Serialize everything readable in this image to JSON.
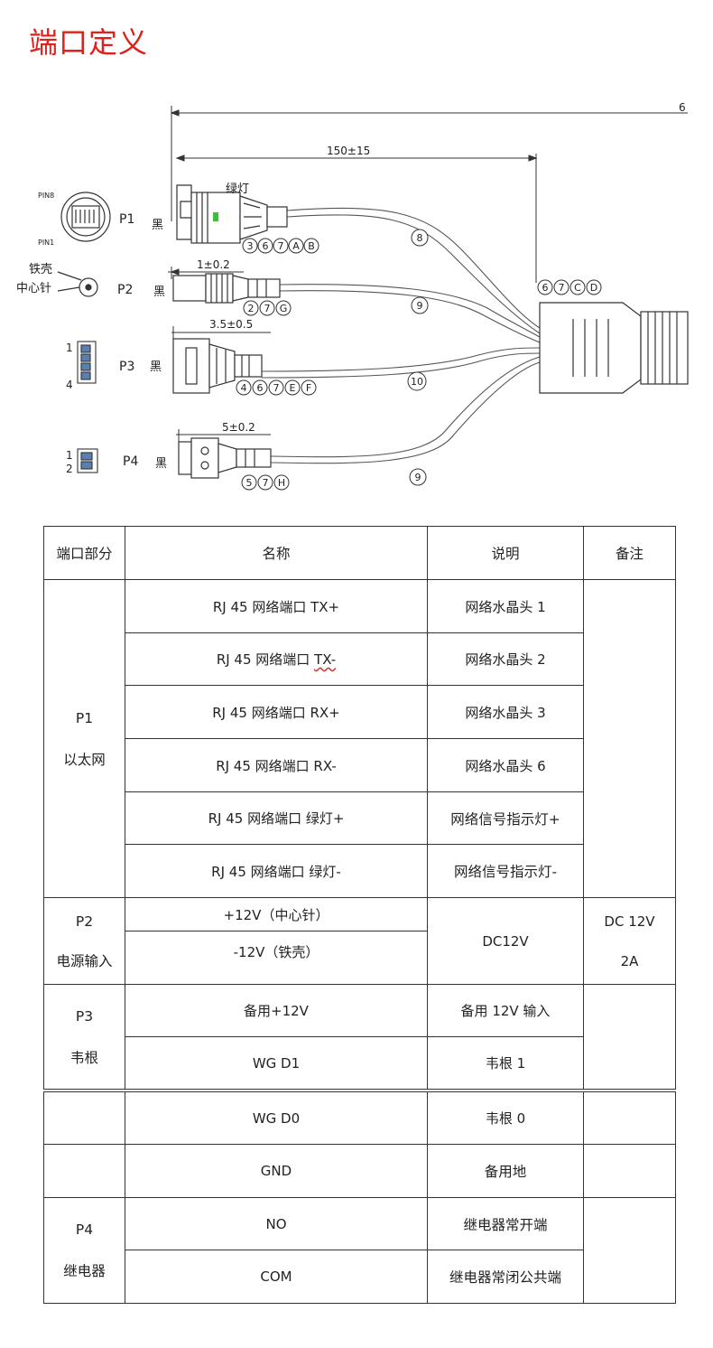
{
  "page_title": "端口定义",
  "diagram": {
    "dim_total": "6",
    "dim_150": "150±15",
    "green_led": "绿灯",
    "pin1": "PIN8",
    "pin2": "PIN1",
    "shell": "铁壳",
    "center_pin": "中心针",
    "black": "黑",
    "p1": "P1",
    "p2": "P2",
    "p3": "P3",
    "p4": "P4",
    "dim_p2": "1±0.2",
    "dim_p3": "3.5±0.5",
    "dim_p4": "5±0.2",
    "p3_pin_top": "1",
    "p3_pin_bottom": "4",
    "p4_pin_top": "1",
    "p4_pin_bottom": "2",
    "p1_marks": [
      "3",
      "6",
      "7",
      "A",
      "B"
    ],
    "p2_marks": [
      "2",
      "7",
      "G"
    ],
    "p3_marks": [
      "4",
      "6",
      "7",
      "E",
      "F"
    ],
    "p4_marks": [
      "5",
      "7",
      "H"
    ],
    "main_marks": [
      "6",
      "7",
      "C",
      "D"
    ],
    "cable_p1": "8",
    "cable_p2": "9",
    "cable_p3": "10",
    "cable_p4": "9"
  },
  "table": {
    "headers": [
      "端口部分",
      "名称",
      "说明",
      "备注"
    ],
    "p1_port": [
      "P1",
      "以太网"
    ],
    "p1_rows": [
      {
        "name": "RJ 45 网络端口 TX+",
        "desc": "网络水晶头 1"
      },
      {
        "name_a": "RJ 45 网络端口 ",
        "name_b": "TX-",
        "desc": "网络水晶头 2"
      },
      {
        "name": "RJ 45 网络端口 RX+",
        "desc": "网络水晶头 3"
      },
      {
        "name": "RJ 45 网络端口 RX-",
        "desc": "网络水晶头 6"
      },
      {
        "name": "RJ 45 网络端口 绿灯+",
        "desc": "网络信号指示灯+"
      },
      {
        "name": "RJ 45 网络端口 绿灯-",
        "desc": "网络信号指示灯-"
      }
    ],
    "p2_port": [
      "P2",
      "电源输入"
    ],
    "p2_rows": [
      "+12V（中心针）",
      "-12V（铁壳）"
    ],
    "p2_desc": "DC12V",
    "p2_note": [
      "DC 12V",
      "2A"
    ],
    "p3_port": [
      "P3",
      "韦根"
    ],
    "p3_rows": [
      {
        "name": "备用+12V",
        "desc": "备用 12V 输入"
      },
      {
        "name": "WG D1",
        "desc": "韦根 1"
      }
    ],
    "p3b_rows": [
      {
        "name": "WG D0",
        "desc": "韦根 0"
      },
      {
        "name": "GND",
        "desc": "备用地"
      }
    ],
    "p4_port": [
      "P4",
      "继电器"
    ],
    "p4_rows": [
      {
        "name": "NO",
        "desc": "继电器常开端"
      },
      {
        "name": "COM",
        "desc": "继电器常闭公共端"
      }
    ]
  }
}
